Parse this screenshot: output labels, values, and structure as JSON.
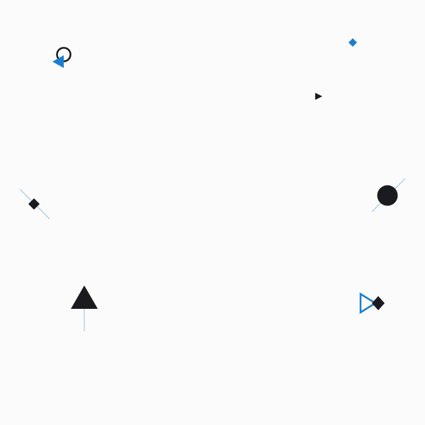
{
  "colors": {
    "background": "#fbfbfb",
    "dark": "#1a1b1f",
    "blue": "#1b7fce",
    "line": "#8ec2ea"
  },
  "shapes": [
    {
      "name": "ring-shape-top-left",
      "kind": "ring",
      "color": "dark"
    },
    {
      "name": "triangle-left-top-left",
      "kind": "triangle-left",
      "color": "blue"
    },
    {
      "name": "diamond-top-right",
      "kind": "diamond",
      "color": "blue"
    },
    {
      "name": "triangle-right-small",
      "kind": "triangle-right",
      "color": "dark"
    },
    {
      "name": "line-diagonal-left",
      "kind": "line",
      "color": "line"
    },
    {
      "name": "diamond-left",
      "kind": "diamond",
      "color": "dark"
    },
    {
      "name": "line-diagonal-right",
      "kind": "line",
      "color": "line"
    },
    {
      "name": "circle-right",
      "kind": "circle",
      "color": "dark"
    },
    {
      "name": "line-vertical-bottom-left",
      "kind": "line",
      "color": "line"
    },
    {
      "name": "triangle-up-bottom-left",
      "kind": "triangle-up",
      "color": "dark"
    },
    {
      "name": "triangle-right-outline",
      "kind": "triangle-right-outline",
      "color": "blue"
    },
    {
      "name": "diamond-bottom-right",
      "kind": "diamond",
      "color": "dark"
    }
  ]
}
